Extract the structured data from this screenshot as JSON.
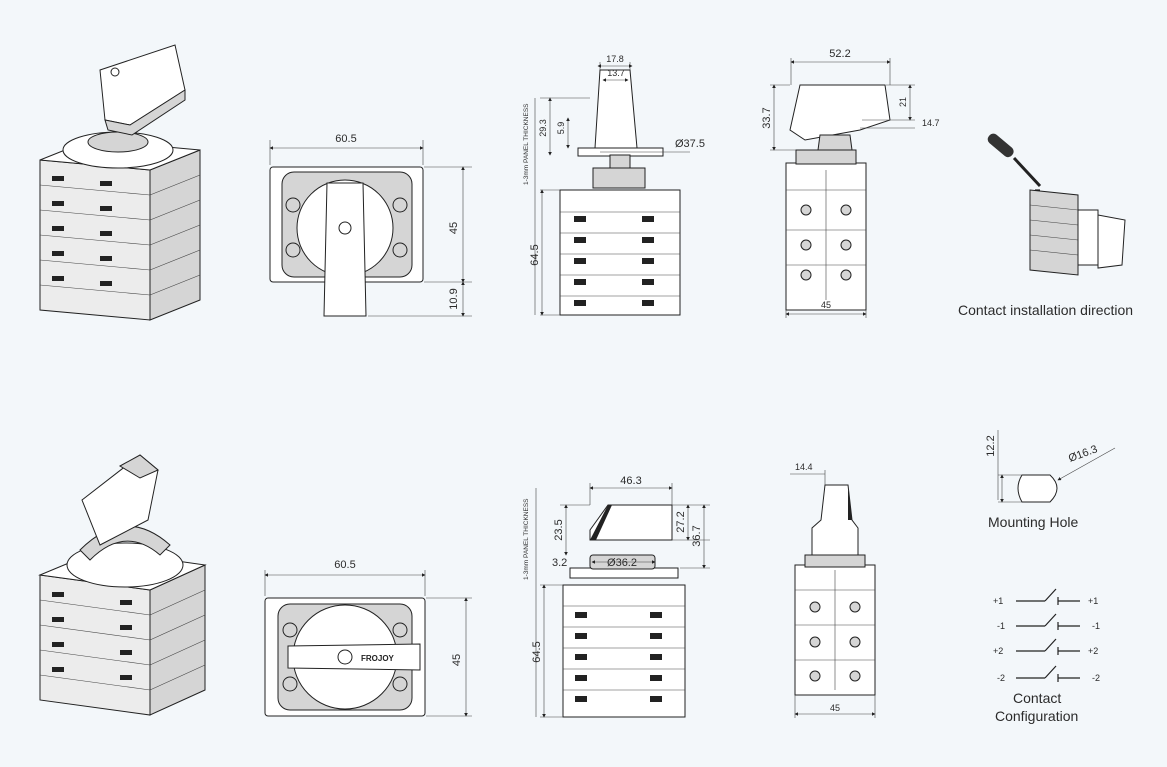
{
  "captions": {
    "contact_installation": "Contact installation direction",
    "mounting_hole": "Mounting Hole",
    "contact_config_line1": "Contact",
    "contact_config_line2": "Configuration"
  },
  "panel_note": "1-3mm PANEL THICKNESS",
  "top_row": {
    "front_width": "60.5",
    "front_height": "45",
    "handle_overhang": "10.9",
    "side_knob_top": "17.8",
    "side_knob_mid": "13.7",
    "side_flange_dia": "Ø37.5",
    "side_dim_a": "29.3",
    "side_dim_b": "5.9",
    "side_body_height": "64.5",
    "rear_handle_width": "52.2",
    "rear_total_height": "33.7",
    "rear_handle_height": "21",
    "rear_step": "14.7",
    "rear_body_width": "45"
  },
  "bottom_row": {
    "front_width": "60.5",
    "front_height": "45",
    "brand": "FROJOY",
    "side_handle_width": "46.3",
    "side_dim_a": "23.5",
    "side_dim_b": "27.2",
    "side_dim_c": "36.7",
    "side_bezel_dia": "Ø36.2",
    "side_offset": "3.2",
    "side_body_height": "64.5",
    "rear_knob_width": "14.4",
    "rear_body_width": "45"
  },
  "mounting_hole": {
    "height": "12.2",
    "diameter": "Ø16.3"
  },
  "contact_config": {
    "rows": [
      {
        "left": "+1",
        "right": "+1"
      },
      {
        "left": "-1",
        "right": "-1"
      },
      {
        "left": "+2",
        "right": "+2"
      },
      {
        "left": "-2",
        "right": "-2"
      }
    ]
  }
}
